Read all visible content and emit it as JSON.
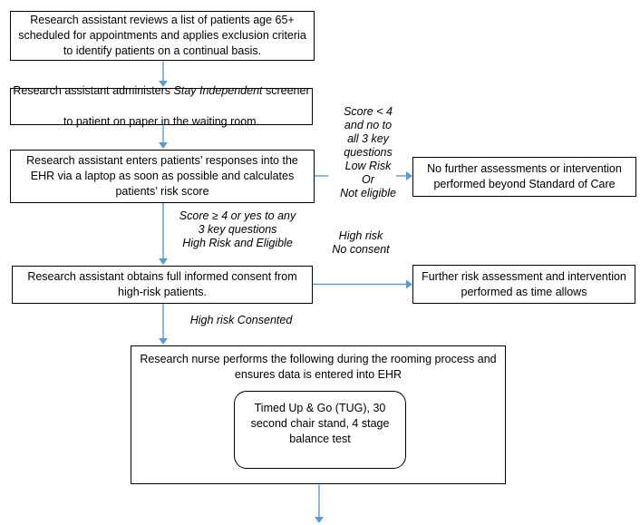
{
  "colors": {
    "arrow": "#5B9BD5",
    "border": "#000000",
    "text": "#000000",
    "background": "#FFFFFF"
  },
  "boxes": {
    "review": {
      "text": "Research assistant reviews a list of patients age 65+\nscheduled for appointments and applies exclusion criteria\nto identify patients on a continual basis."
    },
    "screener": {
      "prefix": "Research assistant administers ",
      "screener_name": "Stay Independent",
      "suffix": " screener",
      "line2": "to patient on paper in the waiting room."
    },
    "enter_responses": {
      "text": "Research assistant enters patients’ responses into the\nEHR via a laptop as soon as possible and calculates\npatients’ risk score"
    },
    "consent": {
      "text": "Research assistant obtains full informed consent from\nhigh-risk patients."
    },
    "standard_of_care": {
      "text": "No further assessments or intervention\nperformed beyond Standard of Care"
    },
    "time_allows": {
      "text": "Further risk assessment and intervention\nperformed as time allows"
    },
    "rooming": {
      "text": "Research nurse performs the following during the rooming process and\nensures data is entered into EHR"
    },
    "tests": {
      "text": "Timed Up & Go (TUG), 30\nsecond chair stand, 4 stage\nbalance test"
    }
  },
  "labels": {
    "low_risk": {
      "text": "Score < 4\nand no to\nall 3 key\nquestions\nLow Risk\nOr\nNot eligible"
    },
    "high_risk_eligible": {
      "text": "Score ≥ 4 or yes to any\n3 key questions\nHigh Risk and Eligible"
    },
    "high_risk_no_consent": {
      "text": "High risk\nNo consent"
    },
    "high_risk_consented": {
      "text": "High risk Consented"
    }
  }
}
